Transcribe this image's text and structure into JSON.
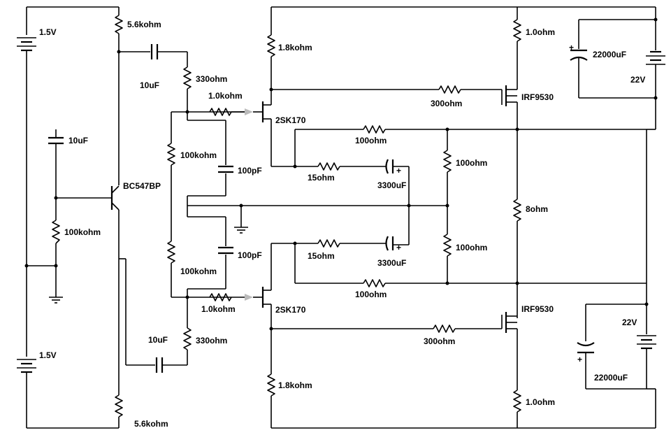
{
  "labels": {
    "r_5k6_top": "5.6kohm",
    "r_5k6_bot": "5.6kohm",
    "bat_top": "1.5V",
    "bat_bot": "1.5V",
    "c_10u_a": "10uF",
    "c_10u_b": "10uF",
    "c_10u_c": "10uF",
    "r_330_top": "330ohm",
    "r_330_bot": "330ohm",
    "r_1k_top": "1.0kohm",
    "r_1k_bot": "1.0kohm",
    "r_100k_bias": "100kohm",
    "r_100k_top": "100kohm",
    "r_100k_bot": "100kohm",
    "c_100p_top": "100pF",
    "c_100p_bot": "100pF",
    "q_bc547": "BC547BP",
    "q_2sk_top": "2SK170",
    "q_2sk_bot": "2SK170",
    "r_1k8_top": "1.8kohm",
    "r_1k8_bot": "1.8kohm",
    "r_300_top": "300ohm",
    "r_300_bot": "300ohm",
    "q_irf_top": "IRF9530",
    "q_irf_bot": "IRF9530",
    "r_1r_top": "1.0ohm",
    "r_1r_bot": "1.0ohm",
    "r_100_fb_top": "100ohm",
    "r_100_fb_bot": "100ohm",
    "r_15_top": "15ohm",
    "r_15_bot": "15ohm",
    "c_3300_top": "3300uF",
    "c_3300_bot": "3300uF",
    "r_100_mid_top": "100ohm",
    "r_100_mid_bot": "100ohm",
    "r_8_load": "8ohm",
    "c_22000_top": "22000uF",
    "c_22000_bot": "22000uF",
    "v_top": "22V",
    "v_bot": "22V",
    "plus": "+"
  }
}
